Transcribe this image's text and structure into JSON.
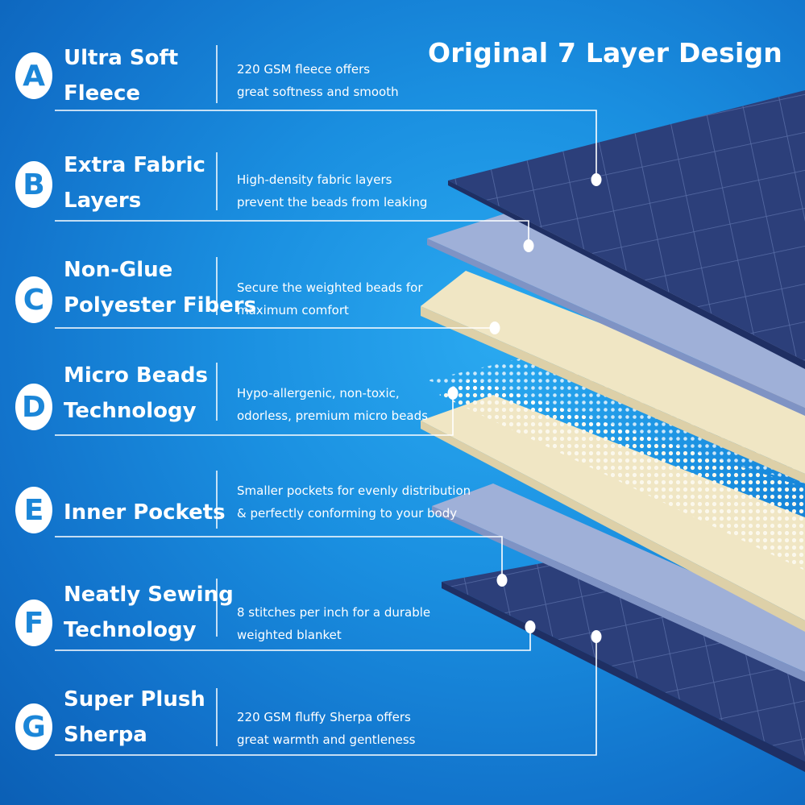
{
  "title": "Original 7 Layer Design",
  "layers": [
    {
      "letter": "A",
      "name_lines": [
        "Ultra Soft",
        "Fleece"
      ],
      "desc_lines": [
        "220 GSM fleece offers",
        "great softness and smooth"
      ]
    },
    {
      "letter": "B",
      "name_lines": [
        "Extra Fabric",
        "Layers"
      ],
      "desc_lines": [
        "High-density fabric layers",
        "prevent the beads from leaking"
      ]
    },
    {
      "letter": "C",
      "name_lines": [
        "Non-Glue",
        "Polyester Fibers"
      ],
      "desc_lines": [
        "Secure the weighted beads for",
        "maximum comfort"
      ]
    },
    {
      "letter": "D",
      "name_lines": [
        "Micro Beads",
        "Technology"
      ],
      "desc_lines": [
        "Hypo-allergenic, non-toxic,",
        "odorless, premium micro beads"
      ]
    },
    {
      "letter": "E",
      "name_lines": [
        "Inner Pockets"
      ],
      "desc_lines": [
        "Smaller pockets for evenly distribution",
        "& perfectly conforming to your body"
      ]
    },
    {
      "letter": "F",
      "name_lines": [
        "Neatly Sewing",
        "Technology"
      ],
      "desc_lines": [
        "8 stitches per inch for a durable",
        "weighted blanket"
      ]
    },
    {
      "letter": "G",
      "name_lines": [
        "Super Plush",
        "Sherpa"
      ],
      "desc_lines": [
        "220 GSM fluffy Sherpa offers",
        "great warmth and gentleness"
      ]
    }
  ],
  "colors": {
    "background": "#1a8fe0",
    "navy_fabric": "#2c3f7a",
    "lavender_fabric": "#9fb0d8",
    "cream_fiber": "#f0e6c4",
    "beads": "#f6f1de",
    "text": "#ffffff",
    "badge_letter": "#1b86d8"
  }
}
